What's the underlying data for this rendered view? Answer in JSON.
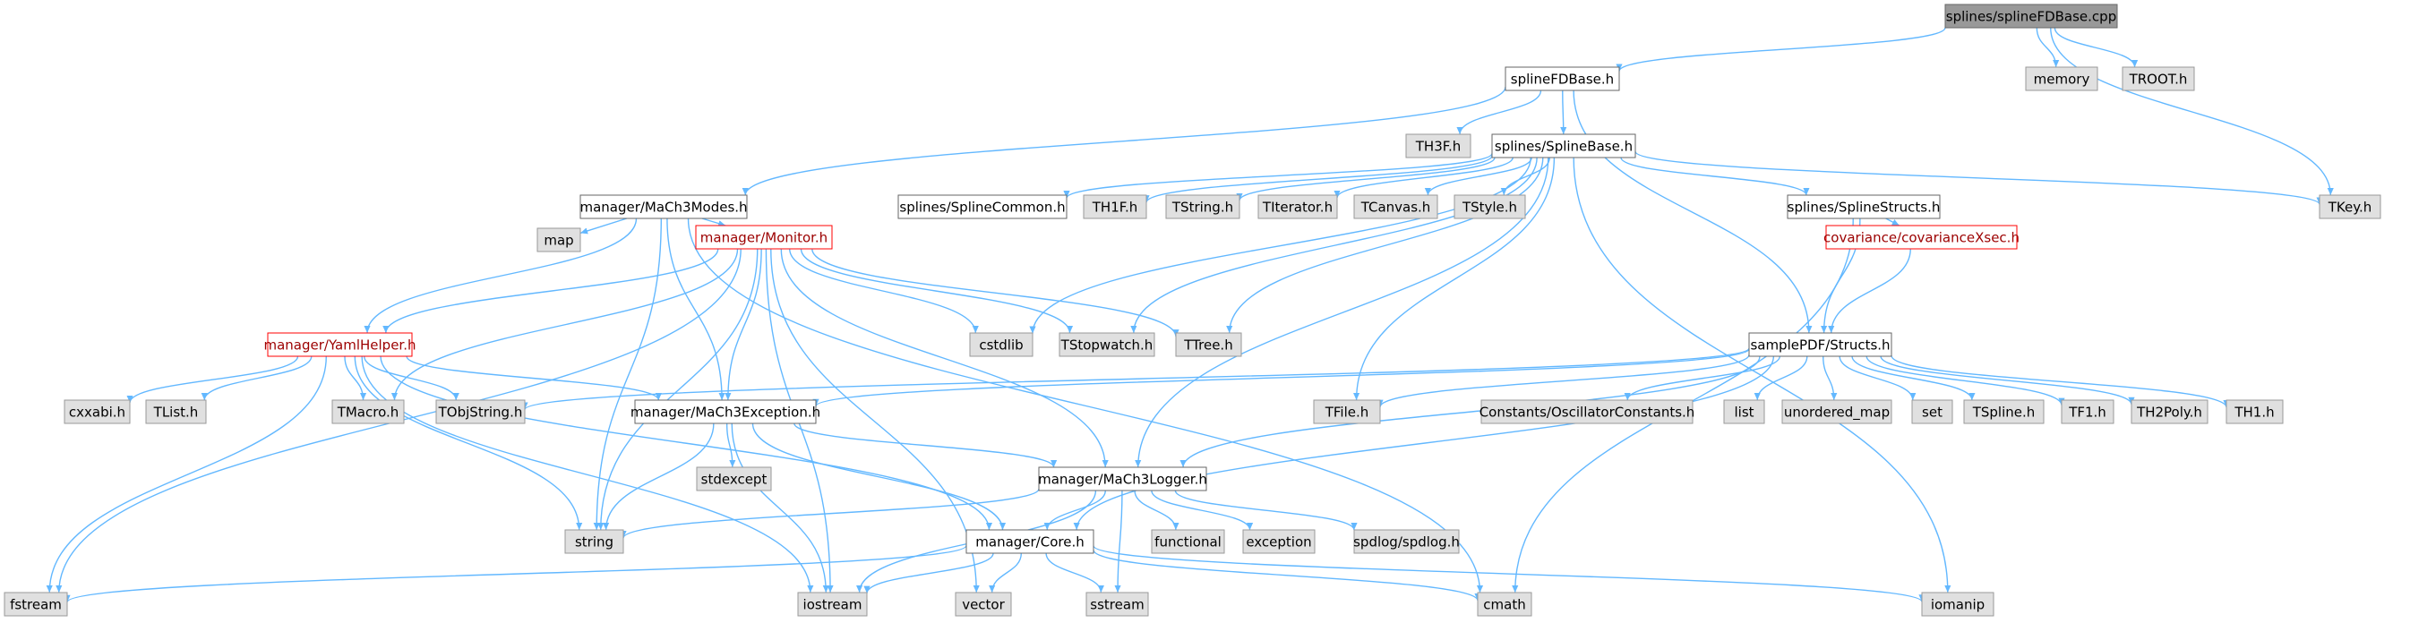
{
  "diagram": {
    "title": "splines/splineFDBase.cpp",
    "colors": {
      "edge": "#63b8ff",
      "root_fill": "#999999",
      "root_border": "#666666",
      "file_fill": "#ffffff",
      "file_border": "#666666",
      "system_fill": "#e0e0e0",
      "system_border": "#999999",
      "truncated_border": "#ff0000",
      "text": "#000000",
      "truncated_text": "#9c0000"
    },
    "nodes": [
      {
        "id": "root",
        "label": "splines/splineFDBase.cpp",
        "kind": "root"
      },
      {
        "id": "memory",
        "label": "memory",
        "kind": "system"
      },
      {
        "id": "troot",
        "label": "TROOT.h",
        "kind": "system"
      },
      {
        "id": "sfdbh",
        "label": "splineFDBase.h",
        "kind": "file"
      },
      {
        "id": "th3f",
        "label": "TH3F.h",
        "kind": "system"
      },
      {
        "id": "spbase",
        "label": "splines/SplineBase.h",
        "kind": "file"
      },
      {
        "id": "tkey",
        "label": "TKey.h",
        "kind": "system"
      },
      {
        "id": "modes",
        "label": "manager/MaCh3Modes.h",
        "kind": "file"
      },
      {
        "id": "spcommon",
        "label": "splines/SplineCommon.h",
        "kind": "file"
      },
      {
        "id": "th1f",
        "label": "TH1F.h",
        "kind": "system"
      },
      {
        "id": "tstring",
        "label": "TString.h",
        "kind": "system"
      },
      {
        "id": "titer",
        "label": "TIterator.h",
        "kind": "system"
      },
      {
        "id": "tcanvas",
        "label": "TCanvas.h",
        "kind": "system"
      },
      {
        "id": "tstyle",
        "label": "TStyle.h",
        "kind": "system"
      },
      {
        "id": "spstructs",
        "label": "splines/SplineStructs.h",
        "kind": "file"
      },
      {
        "id": "map",
        "label": "map",
        "kind": "system"
      },
      {
        "id": "monitor",
        "label": "manager/Monitor.h",
        "kind": "truncated"
      },
      {
        "id": "covx",
        "label": "covariance/covarianceXsec.h",
        "kind": "truncated"
      },
      {
        "id": "cstdlib",
        "label": "cstdlib",
        "kind": "system"
      },
      {
        "id": "tstopwatch",
        "label": "TStopwatch.h",
        "kind": "system"
      },
      {
        "id": "ttree",
        "label": "TTree.h",
        "kind": "system"
      },
      {
        "id": "yaml",
        "label": "manager/YamlHelper.h",
        "kind": "truncated"
      },
      {
        "id": "structs",
        "label": "samplePDF/Structs.h",
        "kind": "file"
      },
      {
        "id": "cxxabi",
        "label": "cxxabi.h",
        "kind": "system"
      },
      {
        "id": "tlist",
        "label": "TList.h",
        "kind": "system"
      },
      {
        "id": "tmacro",
        "label": "TMacro.h",
        "kind": "system"
      },
      {
        "id": "tobjstr",
        "label": "TObjString.h",
        "kind": "system"
      },
      {
        "id": "exc",
        "label": "manager/MaCh3Exception.h",
        "kind": "file"
      },
      {
        "id": "tfile",
        "label": "TFile.h",
        "kind": "system"
      },
      {
        "id": "osc",
        "label": "Constants/OscillatorConstants.h",
        "kind": "system"
      },
      {
        "id": "list",
        "label": "list",
        "kind": "system"
      },
      {
        "id": "umap",
        "label": "unordered_map",
        "kind": "system"
      },
      {
        "id": "set",
        "label": "set",
        "kind": "system"
      },
      {
        "id": "tspline",
        "label": "TSpline.h",
        "kind": "system"
      },
      {
        "id": "tf1",
        "label": "TF1.h",
        "kind": "system"
      },
      {
        "id": "th2poly",
        "label": "TH2Poly.h",
        "kind": "system"
      },
      {
        "id": "th1",
        "label": "TH1.h",
        "kind": "system"
      },
      {
        "id": "stdexcept",
        "label": "stdexcept",
        "kind": "system"
      },
      {
        "id": "logger",
        "label": "manager/MaCh3Logger.h",
        "kind": "file"
      },
      {
        "id": "string",
        "label": "string",
        "kind": "system"
      },
      {
        "id": "core",
        "label": "manager/Core.h",
        "kind": "file"
      },
      {
        "id": "functional",
        "label": "functional",
        "kind": "system"
      },
      {
        "id": "exception",
        "label": "exception",
        "kind": "system"
      },
      {
        "id": "spdlog",
        "label": "spdlog/spdlog.h",
        "kind": "system"
      },
      {
        "id": "fstream",
        "label": "fstream",
        "kind": "system"
      },
      {
        "id": "iostream",
        "label": "iostream",
        "kind": "system"
      },
      {
        "id": "vector",
        "label": "vector",
        "kind": "system"
      },
      {
        "id": "sstream",
        "label": "sstream",
        "kind": "system"
      },
      {
        "id": "cmath",
        "label": "cmath",
        "kind": "system"
      },
      {
        "id": "iomanip",
        "label": "iomanip",
        "kind": "system"
      }
    ],
    "edges": [
      [
        "root",
        "sfdbh"
      ],
      [
        "root",
        "memory"
      ],
      [
        "root",
        "troot"
      ],
      [
        "root",
        "tkey"
      ],
      [
        "sfdbh",
        "th3f"
      ],
      [
        "sfdbh",
        "spbase"
      ],
      [
        "sfdbh",
        "modes"
      ],
      [
        "sfdbh",
        "structs"
      ],
      [
        "spbase",
        "spcommon"
      ],
      [
        "spbase",
        "th1f"
      ],
      [
        "spbase",
        "tstring"
      ],
      [
        "spbase",
        "titer"
      ],
      [
        "spbase",
        "tcanvas"
      ],
      [
        "spbase",
        "tstyle"
      ],
      [
        "spbase",
        "spstructs"
      ],
      [
        "spbase",
        "tkey"
      ],
      [
        "spbase",
        "iomanip"
      ],
      [
        "spbase",
        "cstdlib"
      ],
      [
        "spbase",
        "tstopwatch"
      ],
      [
        "spbase",
        "ttree"
      ],
      [
        "spbase",
        "tfile"
      ],
      [
        "spbase",
        "logger"
      ],
      [
        "modes",
        "map"
      ],
      [
        "modes",
        "monitor"
      ],
      [
        "modes",
        "yaml"
      ],
      [
        "modes",
        "exc"
      ],
      [
        "modes",
        "cmath"
      ],
      [
        "modes",
        "string"
      ],
      [
        "spstructs",
        "covx"
      ],
      [
        "spstructs",
        "structs"
      ],
      [
        "spstructs",
        "cmath"
      ],
      [
        "covx",
        "structs"
      ],
      [
        "monitor",
        "cstdlib"
      ],
      [
        "monitor",
        "tstopwatch"
      ],
      [
        "monitor",
        "ttree"
      ],
      [
        "monitor",
        "yaml"
      ],
      [
        "monitor",
        "tmacro"
      ],
      [
        "monitor",
        "exc"
      ],
      [
        "monitor",
        "logger"
      ],
      [
        "monitor",
        "string"
      ],
      [
        "monitor",
        "iostream"
      ],
      [
        "monitor",
        "vector"
      ],
      [
        "monitor",
        "fstream"
      ],
      [
        "yaml",
        "cxxabi"
      ],
      [
        "yaml",
        "tlist"
      ],
      [
        "yaml",
        "tmacro"
      ],
      [
        "yaml",
        "tobjstr"
      ],
      [
        "yaml",
        "exc"
      ],
      [
        "yaml",
        "core"
      ],
      [
        "yaml",
        "string"
      ],
      [
        "yaml",
        "iostream"
      ],
      [
        "yaml",
        "fstream"
      ],
      [
        "structs",
        "tobjstr"
      ],
      [
        "structs",
        "exc"
      ],
      [
        "structs",
        "tfile"
      ],
      [
        "structs",
        "osc"
      ],
      [
        "structs",
        "list"
      ],
      [
        "structs",
        "umap"
      ],
      [
        "structs",
        "set"
      ],
      [
        "structs",
        "tspline"
      ],
      [
        "structs",
        "tf1"
      ],
      [
        "structs",
        "th2poly"
      ],
      [
        "structs",
        "th1"
      ],
      [
        "structs",
        "logger"
      ],
      [
        "structs",
        "core"
      ],
      [
        "exc",
        "stdexcept"
      ],
      [
        "exc",
        "logger"
      ],
      [
        "exc",
        "string"
      ],
      [
        "exc",
        "core"
      ],
      [
        "exc",
        "iostream"
      ],
      [
        "logger",
        "string"
      ],
      [
        "logger",
        "core"
      ],
      [
        "logger",
        "functional"
      ],
      [
        "logger",
        "exception"
      ],
      [
        "logger",
        "spdlog"
      ],
      [
        "logger",
        "iostream"
      ],
      [
        "logger",
        "sstream"
      ],
      [
        "core",
        "fstream"
      ],
      [
        "core",
        "iostream"
      ],
      [
        "core",
        "vector"
      ],
      [
        "core",
        "sstream"
      ],
      [
        "core",
        "cmath"
      ],
      [
        "core",
        "iomanip"
      ]
    ]
  }
}
